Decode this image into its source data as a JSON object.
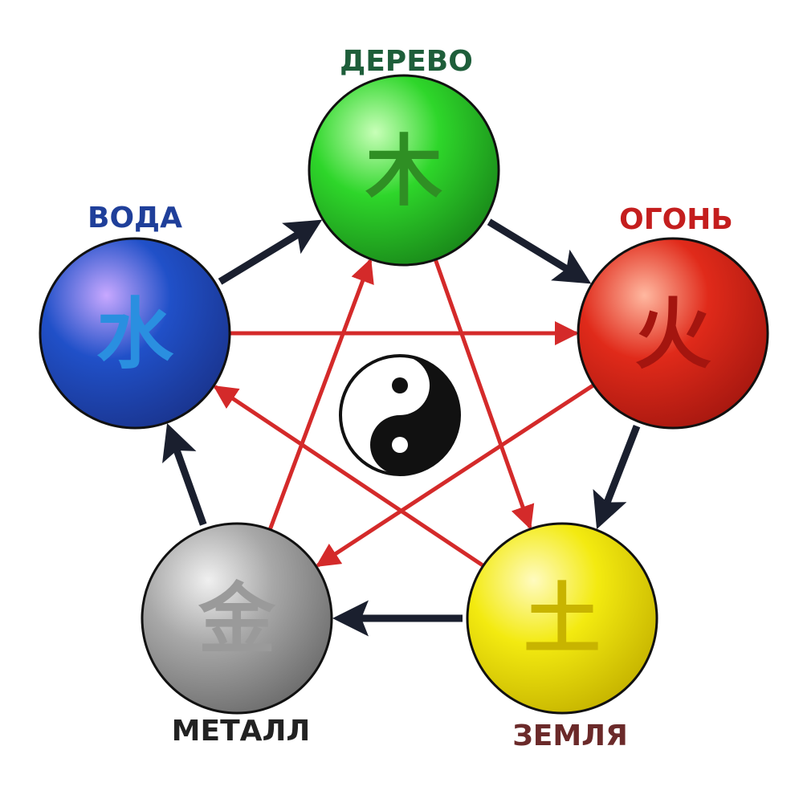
{
  "elements": [
    {
      "id": "wood",
      "label": "ДЕРЕВО",
      "glyph": "木",
      "label_color": "#1e5e3a",
      "glyph_color": "#2f8f24",
      "base": "#2ed62a",
      "light": "#c8ffb8",
      "dark": "#1a8a1a"
    },
    {
      "id": "fire",
      "label": "ОГОНЬ",
      "glyph": "火",
      "label_color": "#c41e1e",
      "glyph_color": "#a4150f",
      "base": "#e02a1a",
      "light": "#ffb8a0",
      "dark": "#a81810"
    },
    {
      "id": "earth",
      "label": "ЗЕМЛЯ",
      "glyph": "土",
      "label_color": "#6b2a2a",
      "glyph_color": "#c8b400",
      "base": "#f3ea10",
      "light": "#fffbc0",
      "dark": "#c7b500"
    },
    {
      "id": "metal",
      "label": "МЕТАЛЛ",
      "glyph": "金",
      "label_color": "#222222",
      "glyph_color": "#9a9a9a",
      "base": "#a8a8a8",
      "light": "#f0f0f0",
      "dark": "#6e6e6e"
    },
    {
      "id": "water",
      "label": "ВОДА",
      "glyph": "水",
      "label_color": "#1f3f9a",
      "glyph_color": "#2a8fe0",
      "base": "#2050c8",
      "light": "#c8a8ff",
      "dark": "#1a3590"
    }
  ],
  "generating_cycle": [
    [
      "wood",
      "fire"
    ],
    [
      "fire",
      "earth"
    ],
    [
      "earth",
      "metal"
    ],
    [
      "metal",
      "water"
    ],
    [
      "water",
      "wood"
    ]
  ],
  "controlling_cycle": [
    [
      "water",
      "fire"
    ],
    [
      "fire",
      "metal"
    ],
    [
      "metal",
      "wood"
    ],
    [
      "wood",
      "earth"
    ],
    [
      "earth",
      "water"
    ]
  ],
  "colors": {
    "generating_arrow": "#1a1f2e",
    "controlling_arrow": "#d42a2a",
    "yin": "#111111",
    "yang": "#ffffff"
  },
  "center_symbol": "yin-yang"
}
